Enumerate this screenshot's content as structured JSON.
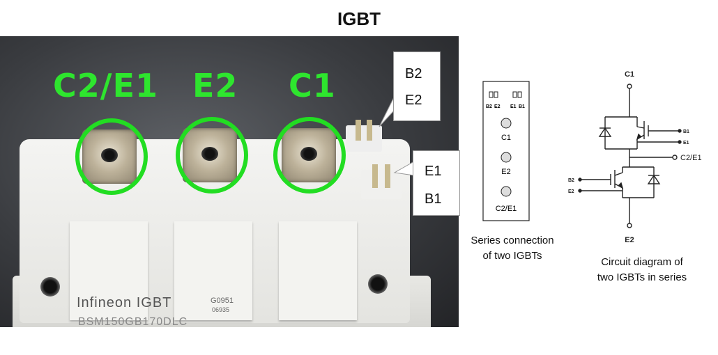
{
  "title": "IGBT",
  "photo": {
    "labels": {
      "c2e1": "C2/E1",
      "e2": "E2",
      "c1": "C1"
    },
    "callout_top": {
      "line1": "B2",
      "line2": "E2"
    },
    "callout_bottom": {
      "line1": "E1",
      "line2": "B1"
    },
    "brand": "Infineon IGBT",
    "model": "BSM150GB170DLC",
    "code": "G0951",
    "subcode": "06935"
  },
  "series_panel": {
    "pins": {
      "b2": "B2",
      "e2": "E2",
      "e1": "E1",
      "b1": "B1"
    },
    "terminals": [
      "C1",
      "E2",
      "C2/E1"
    ],
    "caption_line1": "Series connection",
    "caption_line2": "of two IGBTs"
  },
  "circuit": {
    "labels": {
      "c1": "C1",
      "e2": "E2",
      "b1": "B1",
      "e1": "E1",
      "c2e1": "C2/E1",
      "b2": "B2",
      "e2_gate": "E2"
    },
    "caption_line1": "Circuit diagram of",
    "caption_line2": "two IGBTs in series"
  },
  "colors": {
    "highlight": "#22dd22"
  }
}
